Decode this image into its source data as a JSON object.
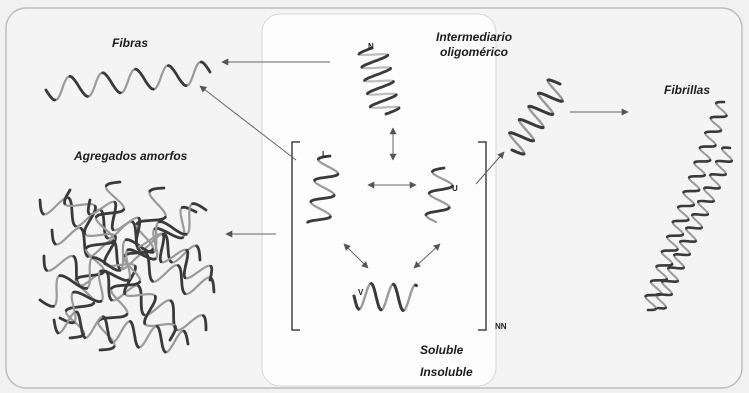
{
  "labels": {
    "fibras": "Fibras",
    "intermediario_line1": "Intermediario",
    "intermediario_line2": "oligomérico",
    "fibrillas": "Fibrillas",
    "agregados": "Agregados amorfos",
    "soluble": "Soluble",
    "insoluble": "Insoluble"
  },
  "markers": {
    "n": "N",
    "l": "L",
    "u": "U",
    "v": "V",
    "nn": "NN"
  },
  "colors": {
    "background": "#f1f1f1",
    "outer_border": "#b9b9b9",
    "inner_box": "#fcfcfc",
    "ribbon": "#3a3a3a",
    "arrow": "#6f6f6f"
  }
}
